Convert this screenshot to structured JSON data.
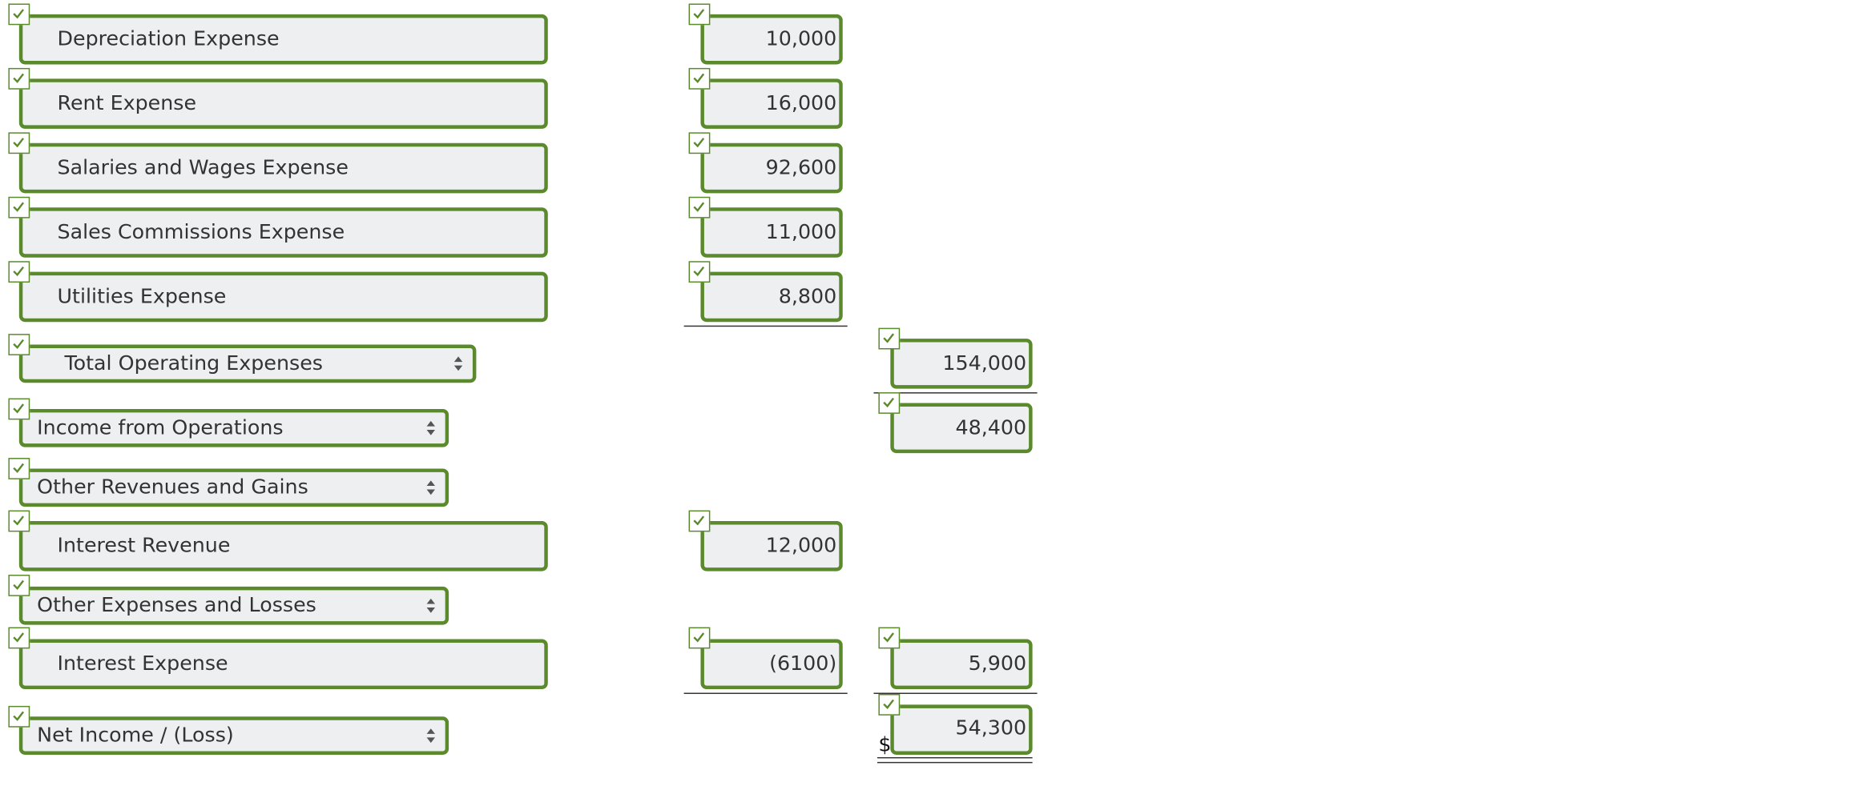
{
  "statement": {
    "rows": {
      "depreciation": {
        "label": "Depreciation Expense",
        "col1": "10,000"
      },
      "rent": {
        "label": "Rent Expense",
        "col1": "16,000"
      },
      "salaries": {
        "label": "Salaries and Wages Expense",
        "col1": "92,600"
      },
      "commissions": {
        "label": "Sales Commissions Expense",
        "col1": "11,000"
      },
      "utilities": {
        "label": "Utilities Expense",
        "col1": "8,800"
      },
      "total_operating": {
        "label": "Total Operating Expenses",
        "col2": "154,000"
      },
      "income_operations": {
        "label": "Income from Operations",
        "col2": "48,400"
      },
      "other_revenues": {
        "label": "Other Revenues and Gains"
      },
      "interest_revenue": {
        "label": "Interest Revenue",
        "col1": "12,000"
      },
      "other_expenses": {
        "label": "Other Expenses and Losses"
      },
      "interest_expense": {
        "label": "Interest Expense",
        "col1": "(6100)",
        "col2": "5,900"
      },
      "net_income": {
        "label": "Net Income / (Loss)",
        "col2": "54,300",
        "currency_symbol": "$"
      }
    }
  },
  "colors": {
    "field_border": "#5a8a2c",
    "field_background": "#eeeff0",
    "check_mark": "#5a8a2c"
  },
  "icons": {
    "check": "check-icon",
    "select_arrows": "select-arrows-icon"
  }
}
